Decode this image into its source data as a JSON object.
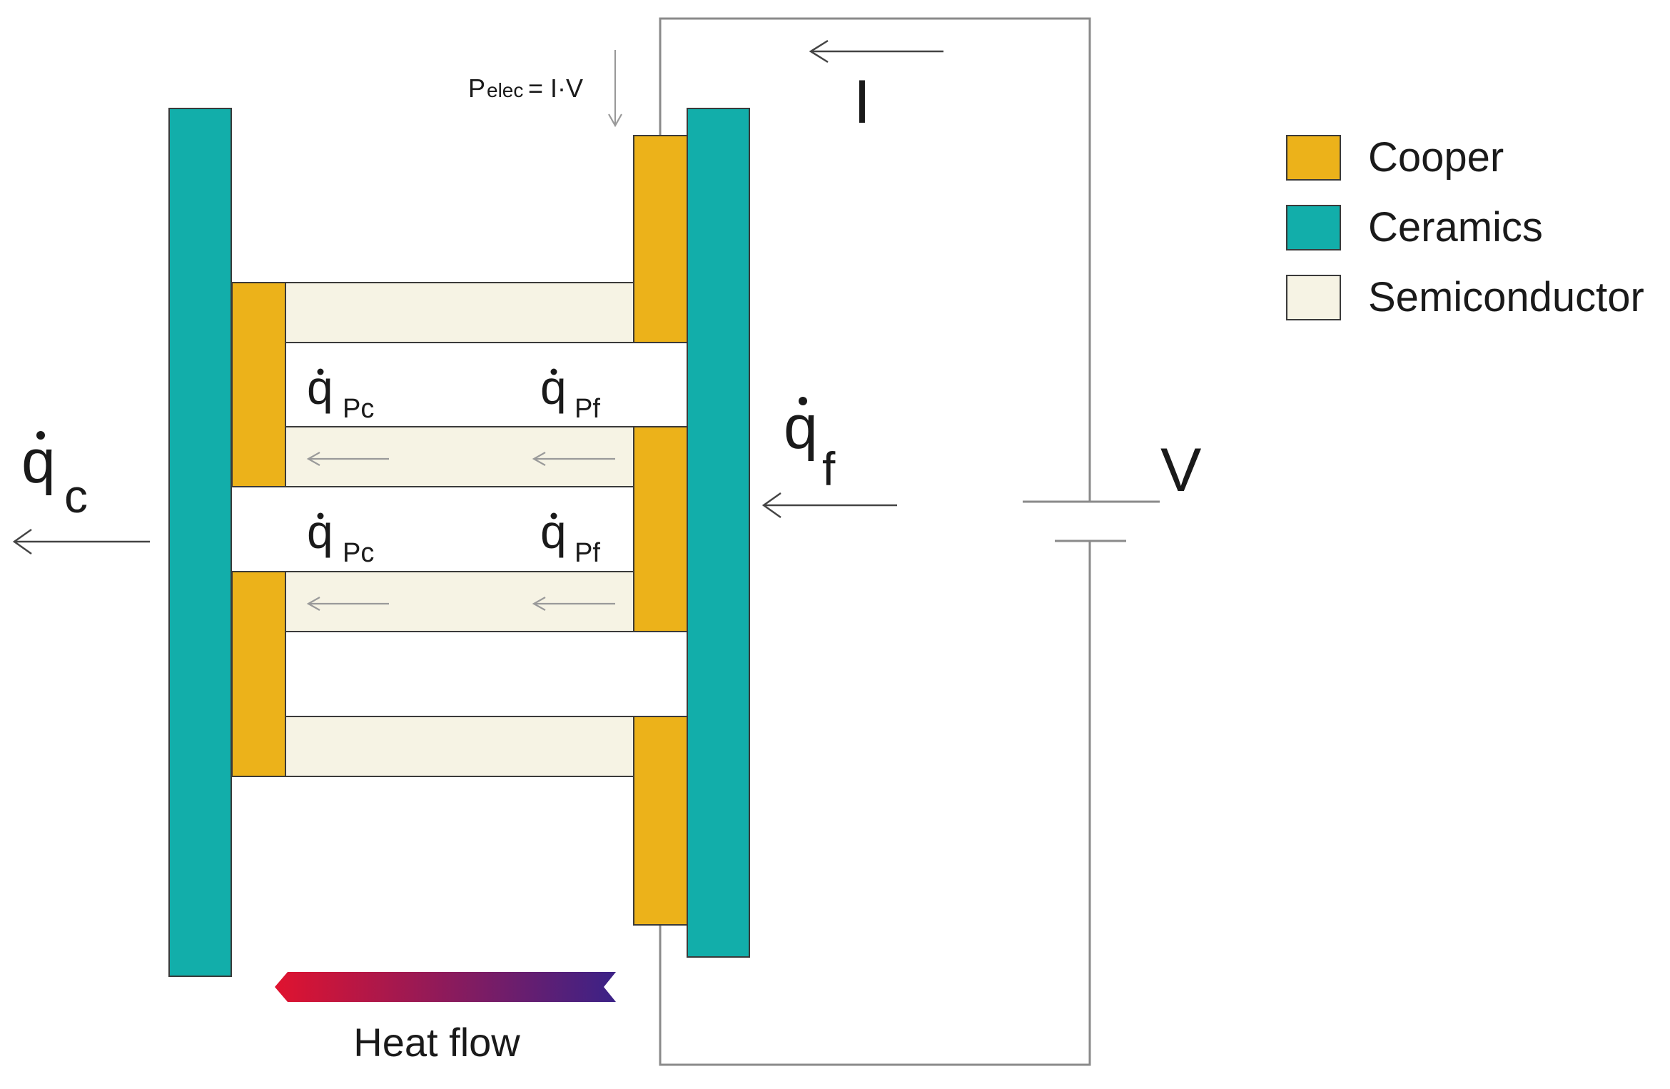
{
  "colors": {
    "copper": "#ECB21A",
    "ceramics": "#12AEAA",
    "semiconductor": "#F6F3E4",
    "heat_start": "#E0132F",
    "heat_end": "#3B2287"
  },
  "legend": {
    "items": [
      {
        "label": "Cooper",
        "color_key": "copper"
      },
      {
        "label": "Ceramics",
        "color_key": "ceramics"
      },
      {
        "label": "Semiconductor",
        "color_key": "semiconductor"
      }
    ]
  },
  "labels": {
    "q_c": {
      "sym": "q",
      "sub": "c"
    },
    "q_f": {
      "sym": "q",
      "sub": "f"
    },
    "q_pc_1": {
      "sym": "q",
      "sub": "Pc"
    },
    "q_pf_1": {
      "sym": "q",
      "sub": "Pf"
    },
    "q_pc_2": {
      "sym": "q",
      "sub": "Pc"
    },
    "q_pf_2": {
      "sym": "q",
      "sub": "Pf"
    },
    "current": "I",
    "voltage": "V",
    "power_p": "P",
    "power_sub": "elec",
    "power_rest": "= I·V",
    "heat_flow": "Heat flow"
  }
}
